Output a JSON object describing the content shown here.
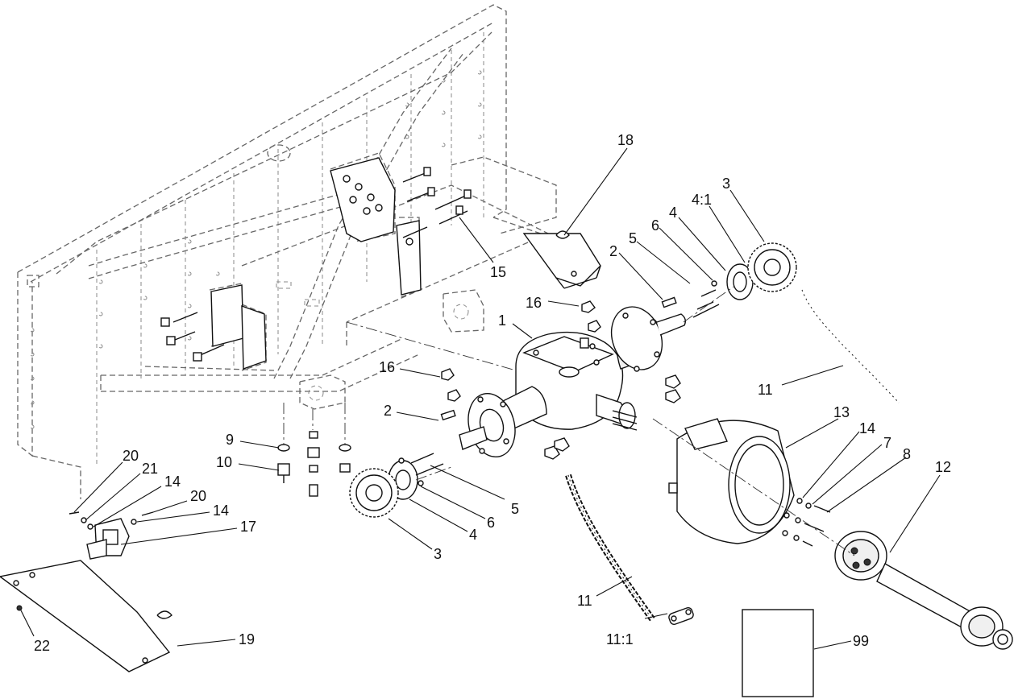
{
  "callouts": {
    "c1": "1",
    "c2a": "2",
    "c2b": "2",
    "c3a": "3",
    "c3b": "3",
    "c4a": "4",
    "c4b": "4",
    "c4_1": "4:1",
    "c5a": "5",
    "c5b": "5",
    "c6a": "6",
    "c6b": "6",
    "c7": "7",
    "c8": "8",
    "c9": "9",
    "c10": "10",
    "c11a": "11",
    "c11b": "11",
    "c11_1": "11:1",
    "c12": "12",
    "c13": "13",
    "c14a": "14",
    "c14b": "14",
    "c14c": "14",
    "c15": "15",
    "c16a": "16",
    "c16b": "16",
    "c17": "17",
    "c18": "18",
    "c19": "19",
    "c20a": "20",
    "c20b": "20",
    "c21": "21",
    "c22": "22",
    "c99": "99"
  }
}
